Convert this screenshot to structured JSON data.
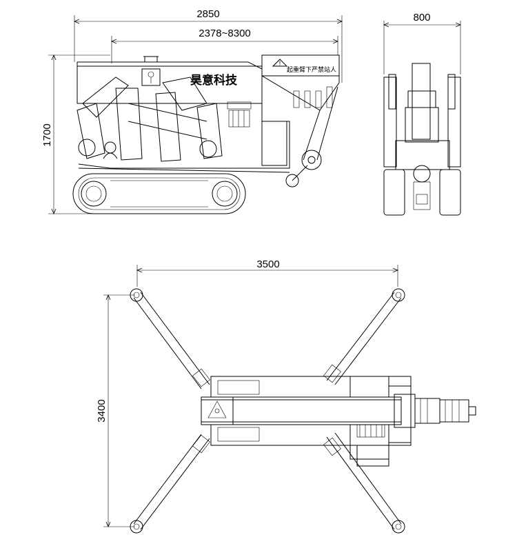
{
  "side_view": {
    "dimensions": {
      "length": "2850",
      "boom": "2378~8300",
      "height": "1700"
    },
    "brand_text": "昊意科技",
    "warning_text": "起重臂下严禁站人"
  },
  "front_view": {
    "dimensions": {
      "width": "800"
    }
  },
  "top_view": {
    "dimensions": {
      "outrigger_span": "3500",
      "outrigger_depth": "3400"
    }
  }
}
